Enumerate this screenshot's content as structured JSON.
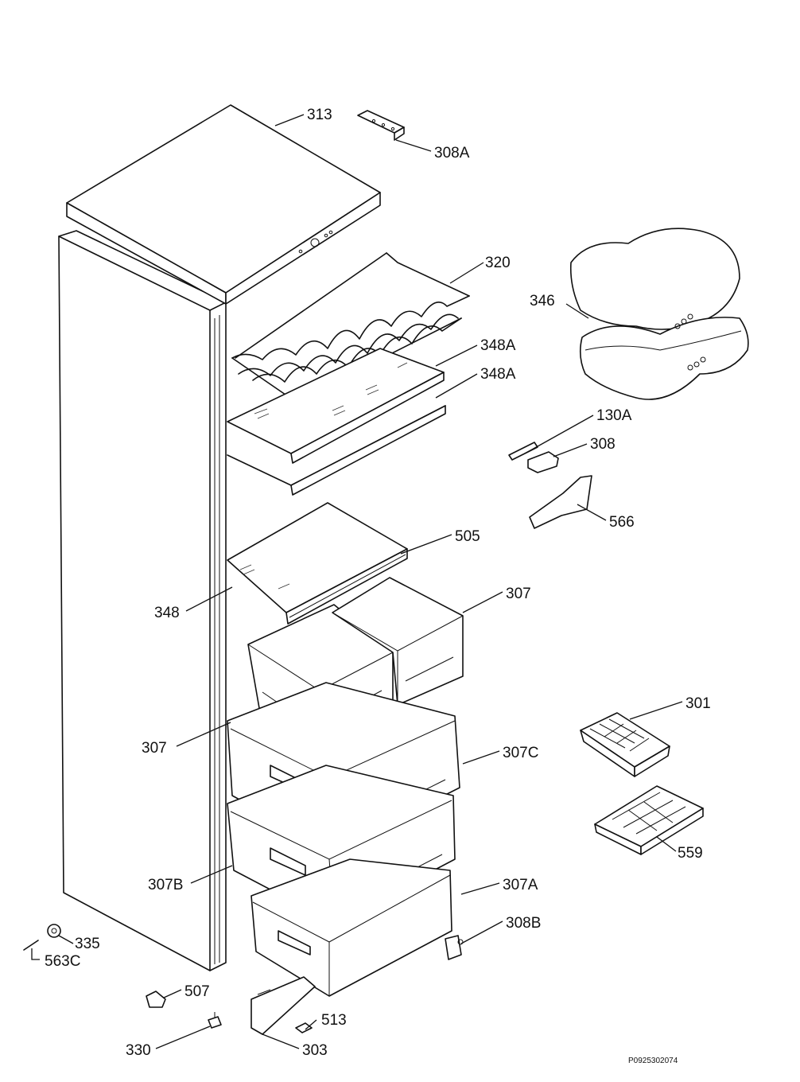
{
  "labels": {
    "p313": "313",
    "p308a": "308A",
    "p320": "320",
    "p346": "346",
    "p348a_1": "348A",
    "p348a_2": "348A",
    "p130a": "130A",
    "p308": "308",
    "p566": "566",
    "p505": "505",
    "p307_right": "307",
    "p348": "348",
    "p301": "301",
    "p307_left": "307",
    "p307c": "307C",
    "p559": "559",
    "p307b": "307B",
    "p307a": "307A",
    "p308b": "308B",
    "p335": "335",
    "p563c": "563C",
    "p507": "507",
    "p513": "513",
    "p330": "330",
    "p303": "303"
  },
  "footer": {
    "code": "P0925302074"
  }
}
